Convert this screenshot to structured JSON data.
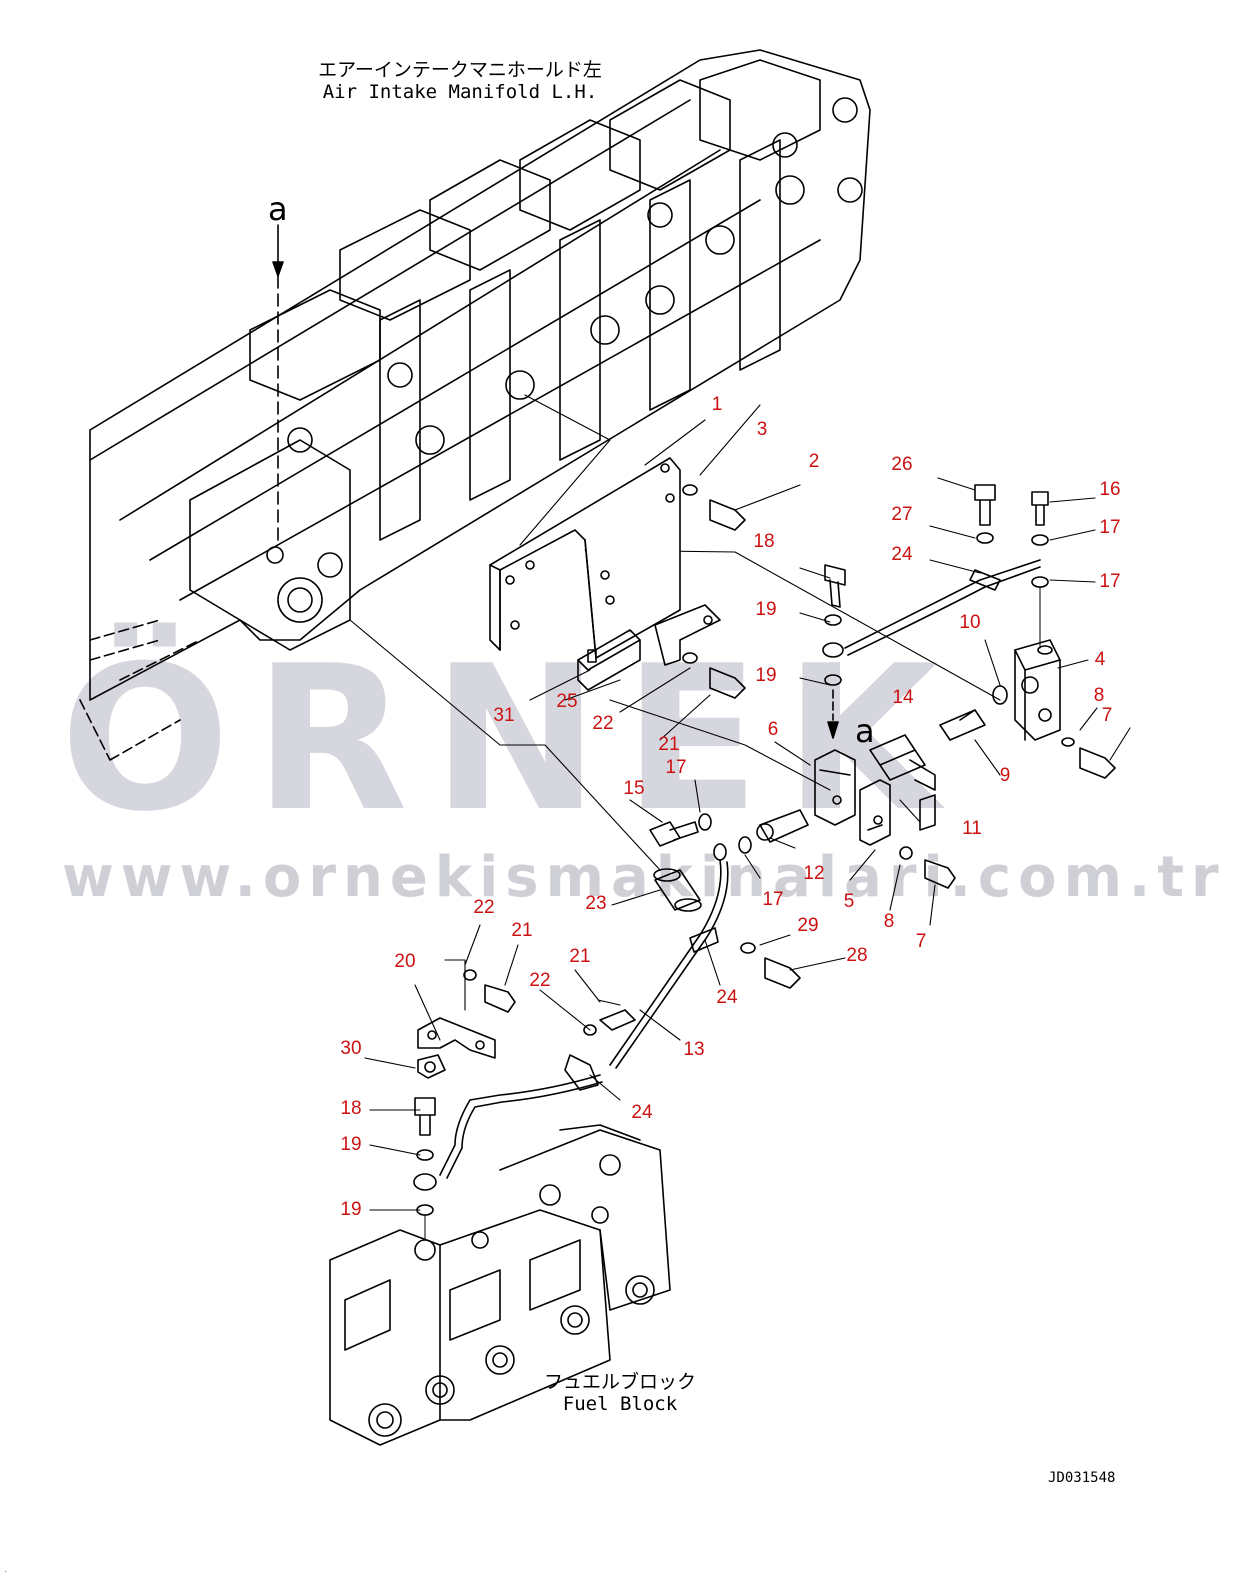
{
  "captions": {
    "top_jp": "エアーインテークマニホールド左",
    "top_en": "Air Intake Manifold L.H.",
    "bottom_jp": "フュエルブロック",
    "bottom_en": "Fuel Block"
  },
  "view_label": "a",
  "drawing_number": "JD031548",
  "watermark": {
    "logo": "ÖRNEK",
    "url": "www.ornekismakinalari.com.tr"
  },
  "colors": {
    "callout": "#cc1111",
    "line": "#000000",
    "watermark": "#d6d6de"
  },
  "callouts": [
    "1",
    "3",
    "2",
    "26",
    "16",
    "27",
    "17",
    "24",
    "18",
    "17",
    "19",
    "10",
    "4",
    "19",
    "14",
    "8",
    "7",
    "31",
    "25",
    "22",
    "21",
    "6",
    "9",
    "11",
    "17",
    "15",
    "12",
    "17",
    "5",
    "8",
    "7",
    "23",
    "29",
    "28",
    "22",
    "21",
    "20",
    "21",
    "22",
    "24",
    "13",
    "30",
    "24",
    "18",
    "19",
    "19"
  ]
}
